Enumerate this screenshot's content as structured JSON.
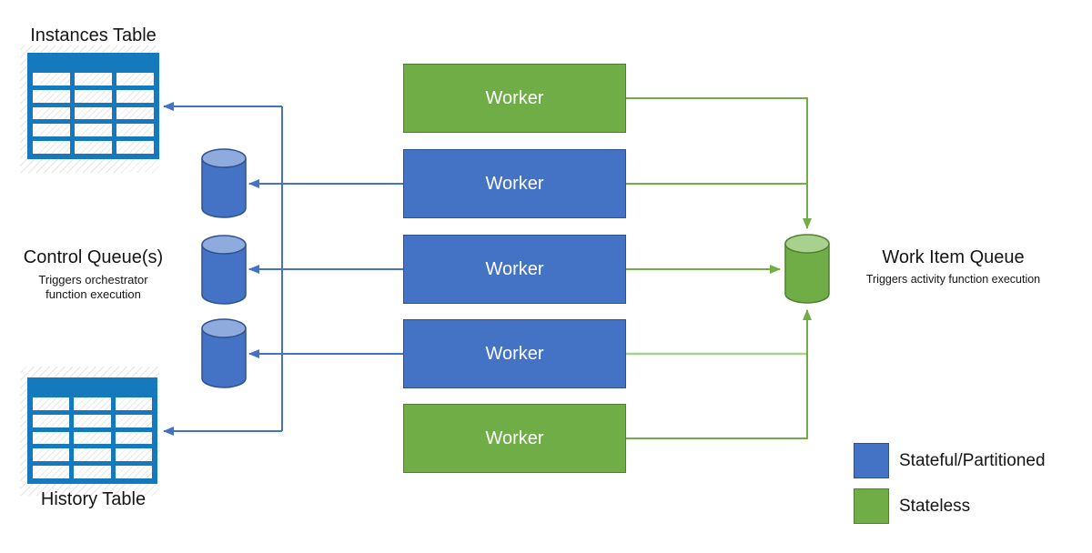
{
  "diagram": {
    "instances_table": {
      "title": "Instances Table"
    },
    "history_table": {
      "title": "History Table"
    },
    "control_queues": {
      "title": "Control Queue(s)",
      "subtitle_line1": "Triggers orchestrator",
      "subtitle_line2": "function execution",
      "queue_count": 3
    },
    "work_item_queue": {
      "title": "Work Item Queue",
      "subtitle": "Triggers activity function execution"
    },
    "workers": [
      {
        "label": "Worker",
        "type": "stateless"
      },
      {
        "label": "Worker",
        "type": "stateful"
      },
      {
        "label": "Worker",
        "type": "stateful"
      },
      {
        "label": "Worker",
        "type": "stateful"
      },
      {
        "label": "Worker",
        "type": "stateless"
      }
    ],
    "legend": [
      {
        "label": "Stateful/Partitioned",
        "color": "#4472C4"
      },
      {
        "label": "Stateless",
        "color": "#70AD47"
      }
    ],
    "colors": {
      "stateful_blue": "#4472C4",
      "stateful_blue_border": "#2F528F",
      "stateless_green": "#70AD47",
      "stateless_green_border": "#507E32",
      "table_icon_blue": "#1579BD",
      "cylinder_blue_top": "#8FAADC",
      "cylinder_green_top": "#A9D18E",
      "connector_blue": "#4472C4",
      "connector_green": "#70AD47",
      "connector_light_green": "#A9D18E"
    }
  }
}
